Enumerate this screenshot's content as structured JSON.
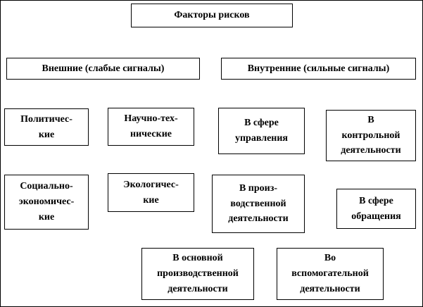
{
  "diagram": {
    "boxes": {
      "title": "Факторы рисков",
      "external": "Внешние (слабые сигналы)",
      "internal": "Внутренние (сильные сигналы)",
      "political": "Политичес-\nкие",
      "scientific": "Научно-тех-\nнические",
      "management": "В сфере\nуправления",
      "control": "В\nконтрольной\nдеятельности",
      "socioeconomic": "Социально-\nэкономичес-\nкие",
      "ecological": "Экологичес-\nкие",
      "production": "В произ-\nводственной\nдеятельности",
      "circulation": "В сфере\nобращения",
      "main_production": "В основной\nпроизводственной\nдеятельности",
      "auxiliary": "Во\nвспомогательной\nдеятельности"
    }
  }
}
